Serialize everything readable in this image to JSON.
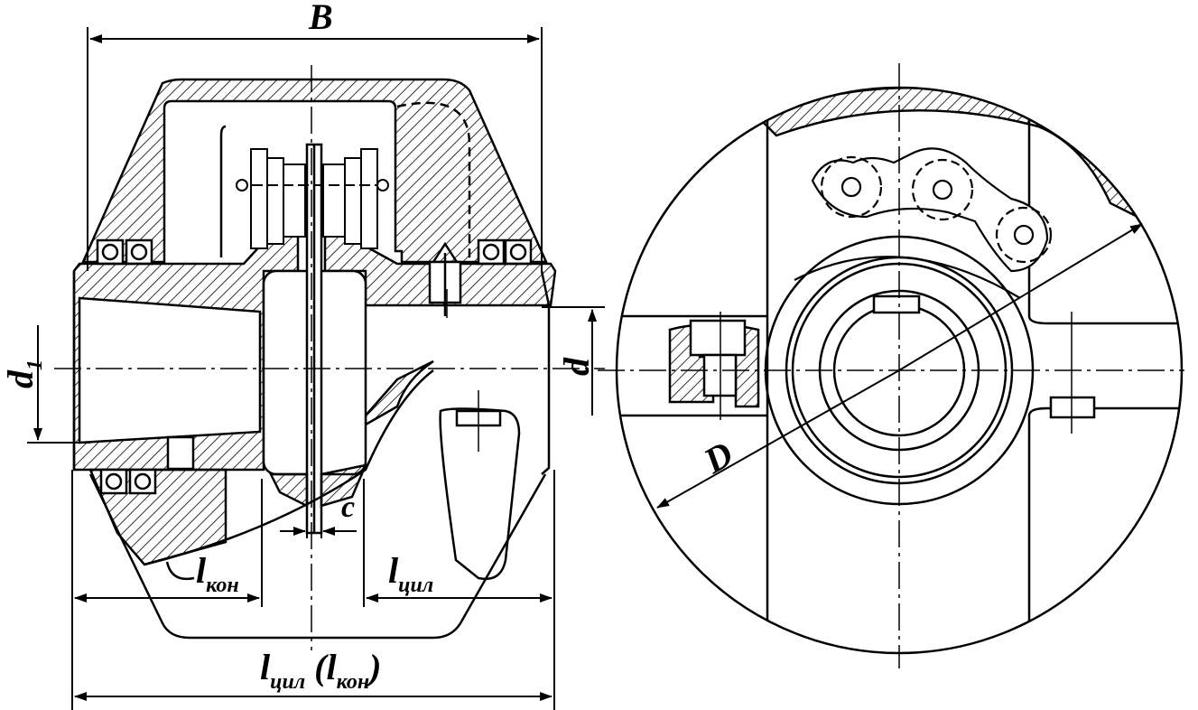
{
  "labels": {
    "B": "B",
    "d1_main": "d",
    "d1_sub": "1",
    "d": "d",
    "c": "c",
    "D": "D",
    "l_kon_main": "l",
    "l_kon_sub": "кон",
    "l_cil_main": "l",
    "l_cil_sub": "цил",
    "total_main": "l",
    "total_sub": "цил",
    "total_paren_open": " (",
    "total_main2": "l",
    "total_sub2": "кон",
    "total_paren_close": ")"
  }
}
